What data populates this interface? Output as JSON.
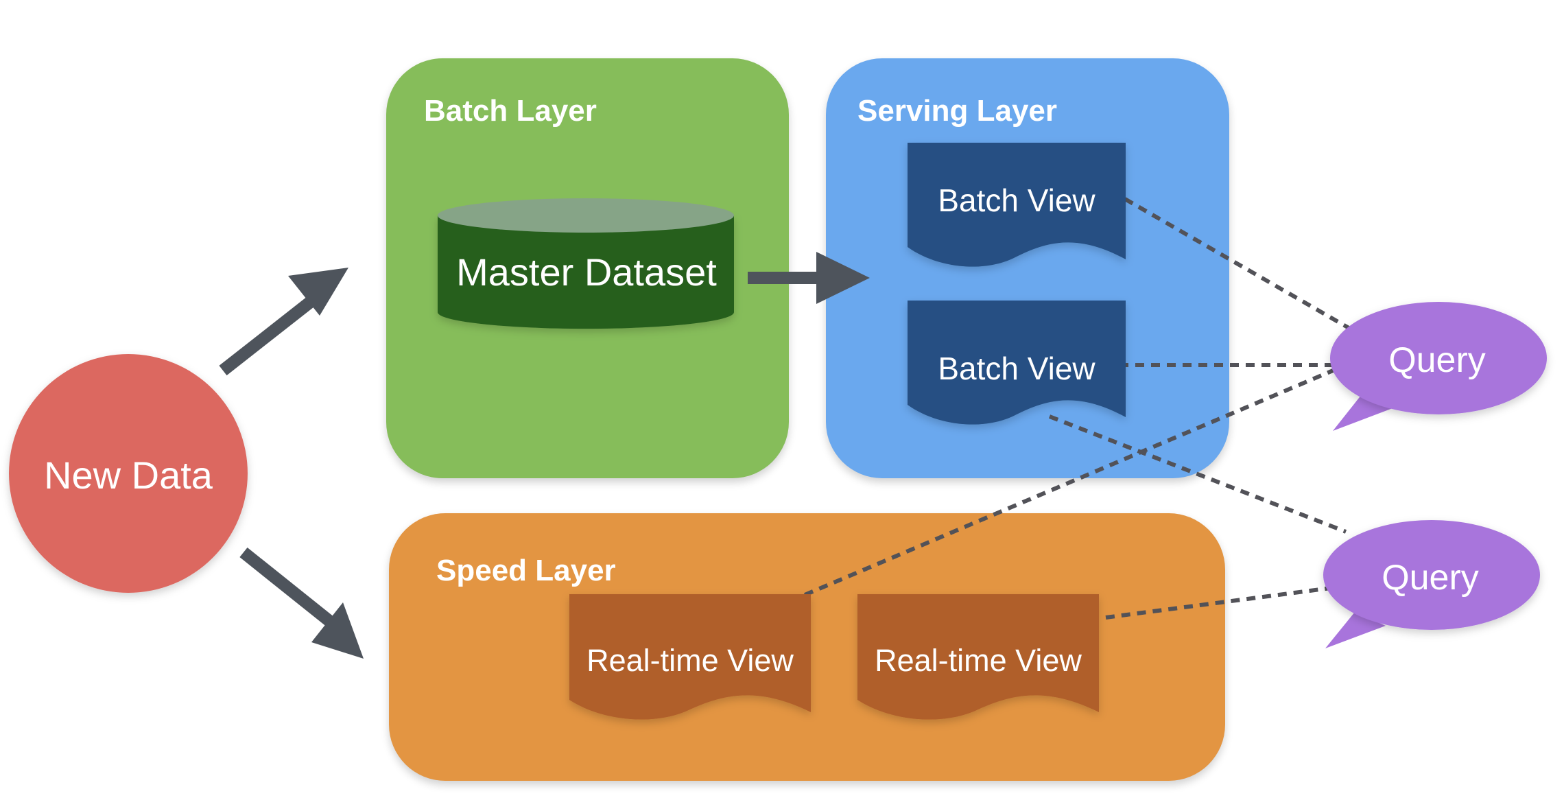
{
  "layers": {
    "batch": {
      "title": "Batch Layer"
    },
    "serving": {
      "title": "Serving Layer"
    },
    "speed": {
      "title": "Speed Layer"
    }
  },
  "nodes": {
    "new_data": "New Data",
    "master_dataset": "Master Dataset",
    "batch_view_1": "Batch View",
    "batch_view_2": "Batch View",
    "realtime_view_1": "Real-time View",
    "realtime_view_2": "Real-time View",
    "query_1": "Query",
    "query_2": "Query"
  },
  "colors": {
    "batch_layer": "#86bd5a",
    "serving_layer": "#6aa8ee",
    "speed_layer": "#e39542",
    "new_data": "#dc6860",
    "master_dataset_body": "#285e1e",
    "master_dataset_top": "#86a487",
    "batch_view": "#255083",
    "realtime_view": "#b05e2a",
    "query": "#a874dc",
    "arrow": "#4e545c",
    "dashed_line": "#525258"
  }
}
